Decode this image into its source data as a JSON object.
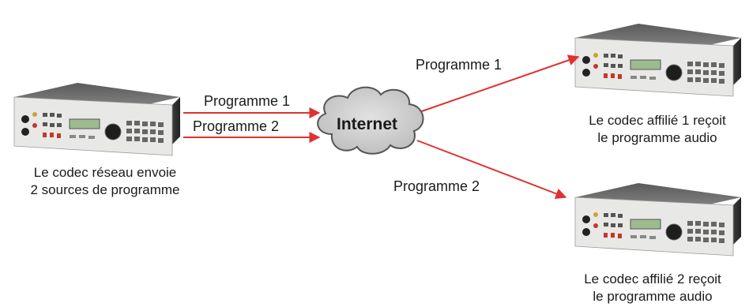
{
  "diagram": {
    "cloud_label": "Internet",
    "arrow_color": "#e03131",
    "arrows": {
      "left_top": "Programme 1",
      "left_bottom": "Programme 2",
      "right_top": "Programme 1",
      "right_bottom": "Programme 2"
    },
    "devices": {
      "source": {
        "caption_line1": "Le codec réseau envoie",
        "caption_line2": "2 sources de programme"
      },
      "affiliate1": {
        "caption_line1": "Le codec affilié 1 reçoit",
        "caption_line2": "le programme audio"
      },
      "affiliate2": {
        "caption_line1": "Le codec affilié 2 reçoit",
        "caption_line2": "le programme audio"
      }
    }
  }
}
